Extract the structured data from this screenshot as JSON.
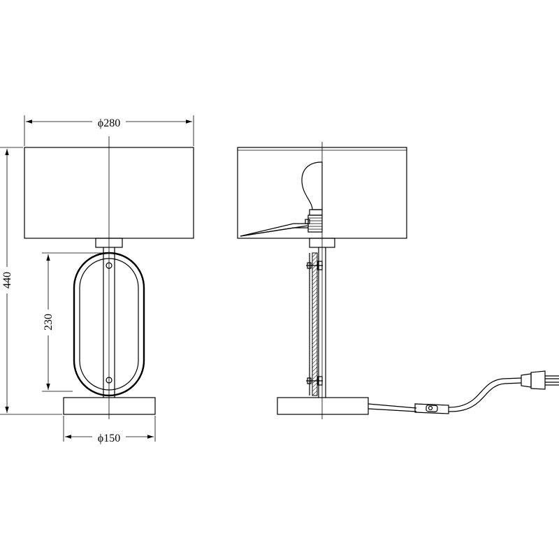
{
  "drawing": {
    "front_view": {
      "shade_diameter": "ϕ280",
      "total_height": "440",
      "frame_height": "230",
      "base_diameter": "ϕ150"
    }
  },
  "colors": {
    "line": "#000000",
    "background": "#ffffff"
  }
}
